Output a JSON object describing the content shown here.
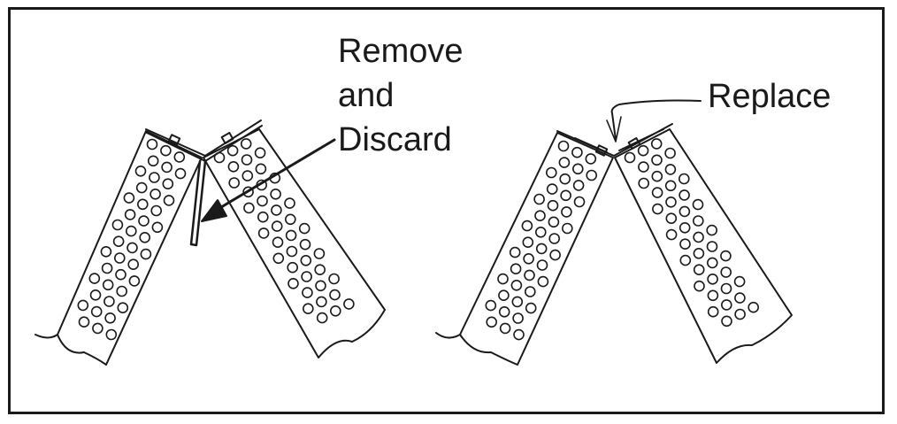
{
  "labels": {
    "remove": [
      "Remove",
      "and",
      "Discard"
    ],
    "replace": "Replace"
  },
  "colors": {
    "line": "#1a1a1a",
    "background": "#ffffff"
  }
}
